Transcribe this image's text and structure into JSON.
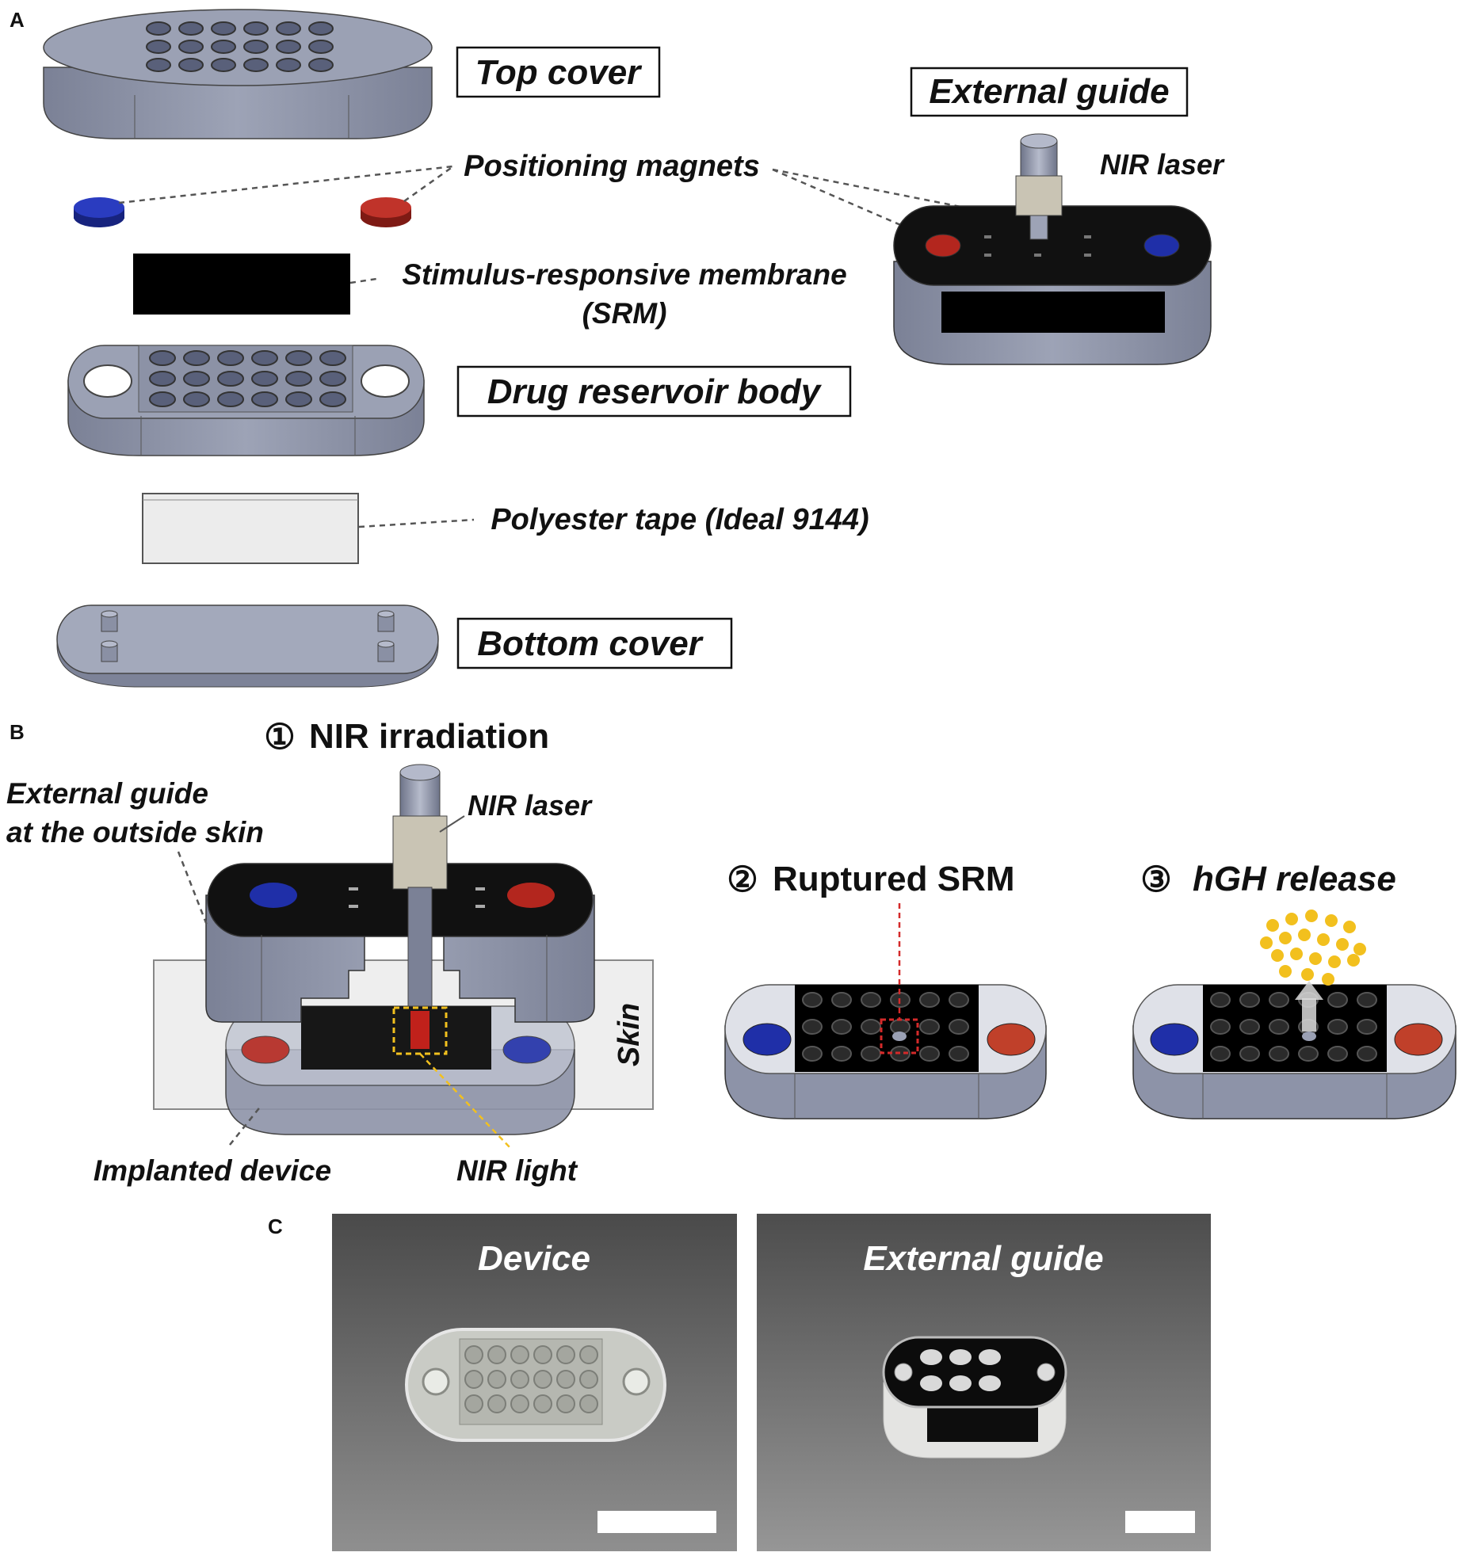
{
  "panels": {
    "a": "A",
    "b": "B",
    "c": "C"
  },
  "panel_a": {
    "top_cover": "Top cover",
    "positioning_magnets": "Positioning magnets",
    "srm_line1": "Stimulus-responsive membrane",
    "srm_line2": "(SRM)",
    "drug_reservoir_body": "Drug reservoir body",
    "polyester_tape": "Polyester tape (Ideal 9144)",
    "bottom_cover": "Bottom cover",
    "external_guide": "External guide",
    "nir_laser": "NIR laser"
  },
  "panel_b": {
    "step1_num": "①",
    "step1": "NIR irradiation",
    "step2_num": "②",
    "step2": "Ruptured SRM",
    "step3_num": "③",
    "step3": "hGH release",
    "external_guide_line1": "External guide",
    "external_guide_line2": "at the outside skin",
    "nir_laser": "NIR laser",
    "skin": "Skin",
    "implanted_device": "Implanted device",
    "nir_light": "NIR light"
  },
  "panel_c": {
    "device": "Device",
    "external_guide": "External guide"
  },
  "colors": {
    "grey_body": "#8d93a8",
    "grey_light": "#a9aec0",
    "black_membrane": "#000000",
    "blue_magnet": "#1f2fa8",
    "red_magnet": "#b3261e",
    "nir_yellow": "#f2c01e",
    "srm_red_dash": "#d42a2a"
  }
}
